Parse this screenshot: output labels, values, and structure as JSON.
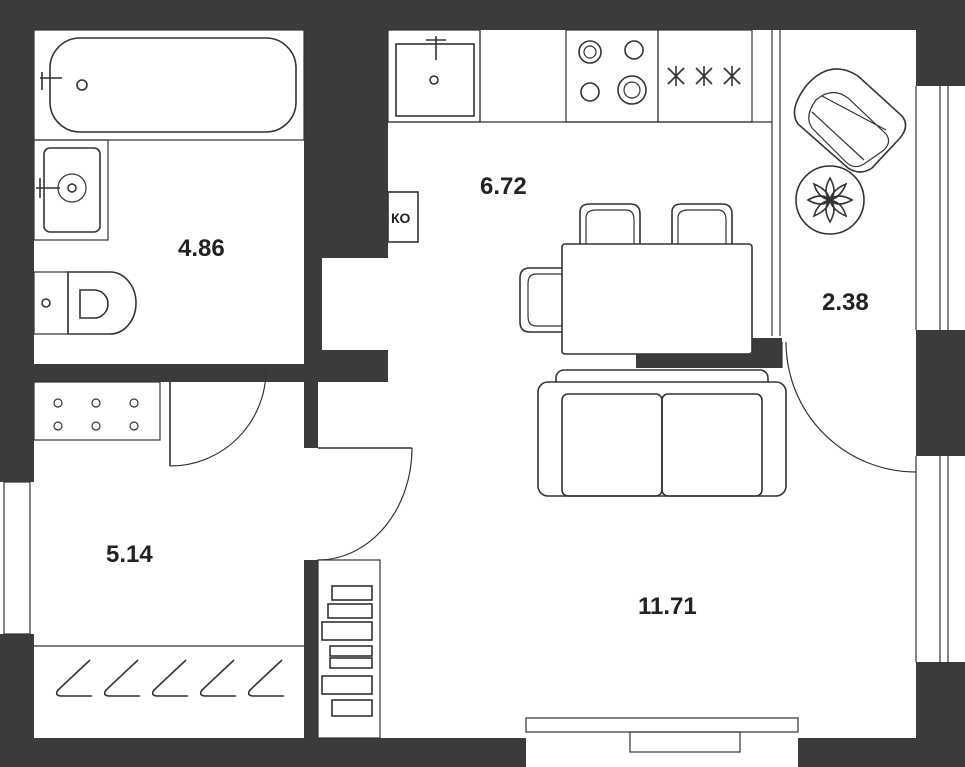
{
  "colors": {
    "wall": "#3b3b3b",
    "floor": "#ffffff",
    "line": "#333333",
    "text": "#222222"
  },
  "rooms": {
    "bathroom": {
      "area": "4.86"
    },
    "hallway": {
      "area": "5.14"
    },
    "kitchen": {
      "area": "6.72"
    },
    "balcony": {
      "area": "2.38"
    },
    "living": {
      "area": "11.71"
    }
  },
  "fixtures": {
    "ko_label": "КО"
  },
  "icons": [
    "bathtub-icon",
    "sink-icon",
    "washing-machine-icon",
    "toilet-icon",
    "stove-icon",
    "fridge-icon",
    "dining-table-icon",
    "chair-icon",
    "sofa-icon",
    "armchair-icon",
    "plant-icon",
    "hanger-icon",
    "wardrobe-icon",
    "door-swing-icon"
  ]
}
